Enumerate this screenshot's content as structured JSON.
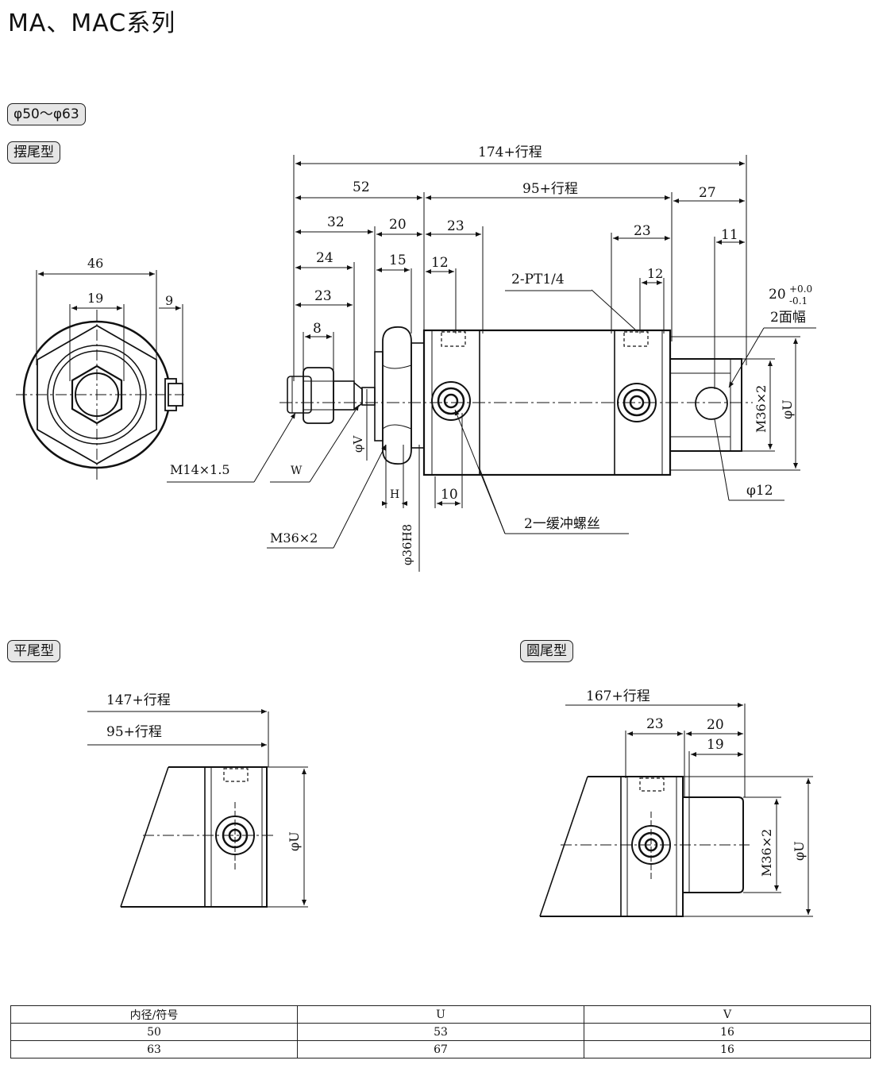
{
  "title": "MA、MAC系列",
  "size_range": "φ50～φ63",
  "sections": {
    "swing": "摆尾型",
    "flat": "平尾型",
    "round": "圆尾型"
  },
  "swing_dims": {
    "total": "174+行程",
    "body": "95+行程",
    "d52": "52",
    "d27": "27",
    "d32": "32",
    "d20": "20",
    "d23a": "23",
    "d23b": "23",
    "d11": "11",
    "d24": "24",
    "d15": "15",
    "d12a": "12",
    "d12b": "12",
    "d23c": "23",
    "d8": "8",
    "port": "2-PT1/4",
    "tol_base": "20",
    "tol_up": "+0.0",
    "tol_low": "-0.1",
    "flats": "2面幅",
    "m36_right": "M36×2",
    "phi_u": "φU",
    "phi_v": "φV",
    "phi12": "φ12",
    "d10": "10",
    "h1": "H",
    "cushion": "2一缓冲螺丝",
    "phi36h8": "φ36H8",
    "m14": "M14×1.5",
    "w": "W",
    "m36_left": "M36×2"
  },
  "end_dims": {
    "d46": "46",
    "d19": "19",
    "d9": "9"
  },
  "flat_dims": {
    "total": "147+行程",
    "body": "95+行程",
    "phi_u": "φU"
  },
  "round_dims": {
    "total": "167+行程",
    "d23": "23",
    "d20": "20",
    "d19": "19",
    "m36": "M36×2",
    "phi_u": "φU"
  },
  "table": {
    "headers": [
      "内径/符号",
      "U",
      "V"
    ],
    "rows": [
      [
        "50",
        "53",
        "16"
      ],
      [
        "63",
        "67",
        "16"
      ]
    ]
  }
}
